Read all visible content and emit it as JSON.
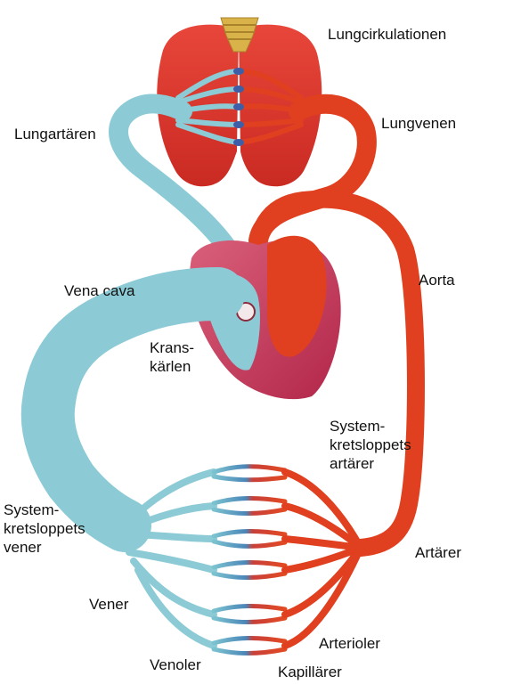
{
  "labels": {
    "lungcirkulationen": "Lungcirkulationen",
    "lungartaren": "Lungartären",
    "lungvenen": "Lungvenen",
    "vena_cava": "Vena cava",
    "aorta": "Aorta",
    "kranskarlen_line1": "Krans-",
    "kranskarlen_line2": "kärlen",
    "systemkretsloppets_arterer_line1": "System-",
    "systemkretsloppets_arterer_line2": "kretsloppets",
    "systemkretsloppets_arterer_line3": "artärer",
    "systemkretsloppets_vener_line1": "System-",
    "systemkretsloppets_vener_line2": "kretsloppets",
    "systemkretsloppets_vener_line3": "vener",
    "arterer": "Artärer",
    "vener": "Vener",
    "arterioler": "Arterioler",
    "venoler": "Venoler",
    "kapillarer": "Kapillärer"
  },
  "colors": {
    "oxygenated": "#e0401f",
    "deoxygenated": "#8ccbd6",
    "lung_tissue": "#e23a2e",
    "heart_wall": "#c83a5a",
    "trachea": "#d9b24a"
  }
}
